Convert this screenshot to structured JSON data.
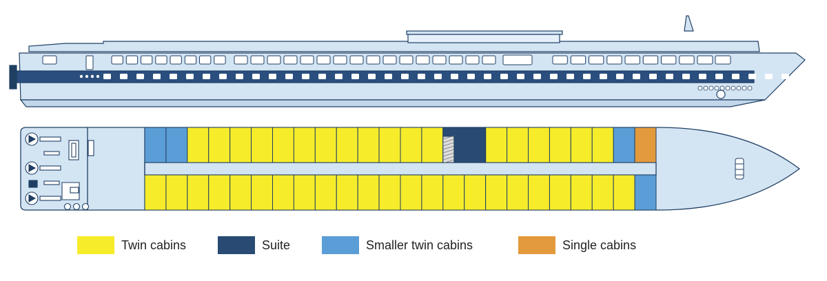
{
  "colors": {
    "hull": "#d3e4f3",
    "outline": "#1f3f63",
    "band": "#2a4e7d",
    "twin": "#f7ec2a",
    "suite": "#284a73",
    "smaller": "#5b9dd6",
    "single": "#e39a3c"
  },
  "deck_plan": {
    "top_row": [
      "smaller",
      "smaller",
      "twin",
      "twin",
      "twin",
      "twin",
      "twin",
      "twin",
      "twin",
      "twin",
      "twin",
      "twin",
      "twin",
      "twin",
      "suite",
      "suite",
      "twin",
      "twin",
      "twin",
      "twin",
      "twin",
      "twin",
      "smaller",
      "single"
    ],
    "bottom_row": [
      "twin",
      "twin",
      "twin",
      "twin",
      "twin",
      "twin",
      "twin",
      "twin",
      "twin",
      "twin",
      "twin",
      "twin",
      "twin",
      "twin",
      "twin",
      "twin",
      "twin",
      "twin",
      "twin",
      "twin",
      "twin",
      "twin",
      "twin",
      "smaller"
    ]
  },
  "legend": [
    {
      "key": "twin",
      "label": "Twin cabins"
    },
    {
      "key": "suite",
      "label": "Suite"
    },
    {
      "key": "smaller",
      "label": "Smaller twin cabins"
    },
    {
      "key": "single",
      "label": "Single cabins"
    }
  ]
}
